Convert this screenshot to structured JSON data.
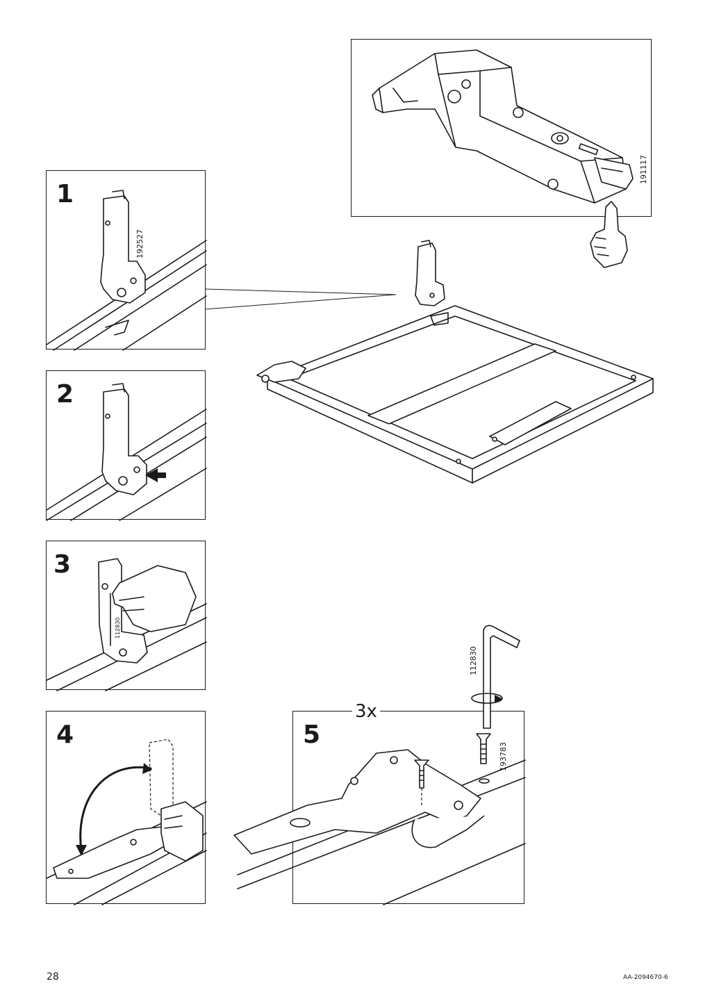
{
  "detail_panel": {
    "part_code": "191117"
  },
  "steps": [
    {
      "number": "1",
      "part_code": "192527"
    },
    {
      "number": "2"
    },
    {
      "number": "3",
      "part_code": "112830"
    },
    {
      "number": "4"
    },
    {
      "number": "5",
      "quantity": "3x",
      "tool_code": "112830",
      "screw_code": "193783"
    }
  ],
  "footer": {
    "page_number": "28",
    "document_id": "AA-2094670-6"
  }
}
